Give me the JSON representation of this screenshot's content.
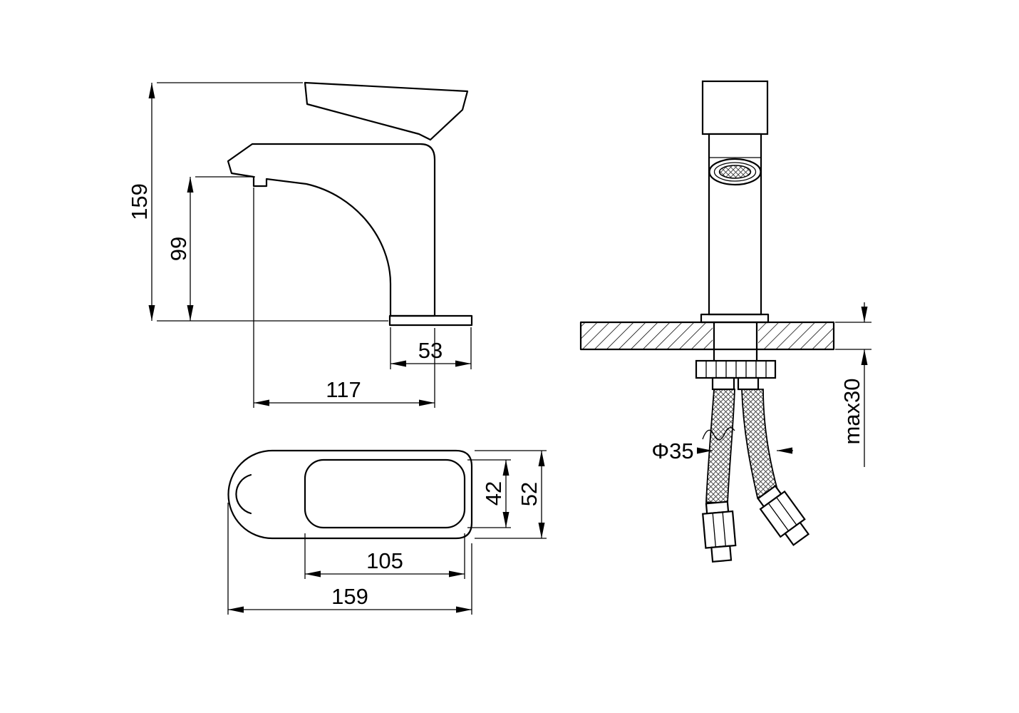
{
  "page": {
    "background": "#ffffff",
    "line_color": "#000000"
  },
  "drawing": {
    "type": "technical-drawing",
    "subject": "single-lever basin mixer faucet dimensional drawing",
    "views": {
      "side": {
        "name": "side view",
        "dims": {
          "overall_height": "159",
          "spout_height": "99",
          "base_depth": "53",
          "spout_reach": "117"
        }
      },
      "top": {
        "name": "top view",
        "dims": {
          "handle_width": "42",
          "body_width": "52",
          "handle_length": "105",
          "overall_length": "159"
        }
      },
      "front": {
        "name": "front installation view",
        "dims": {
          "hole_diameter": "Φ35",
          "max_counter_thickness": "max30"
        }
      }
    }
  }
}
